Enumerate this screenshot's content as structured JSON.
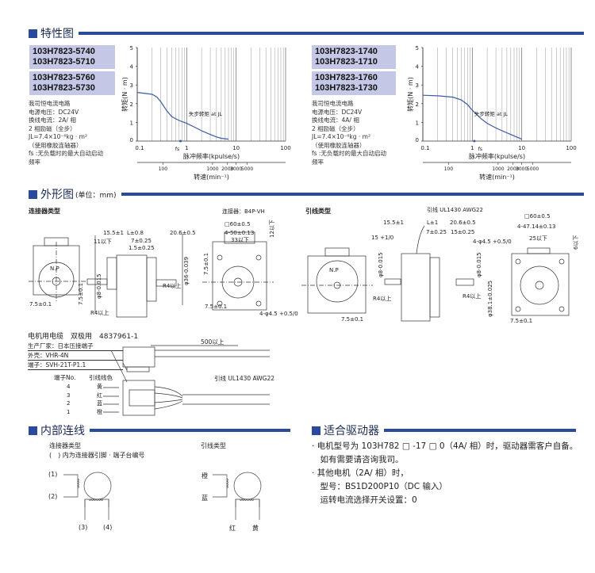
{
  "sections": {
    "characteristics": "特性图",
    "outline": "外形图",
    "outline_unit": "(单位：mm)",
    "wiring": "内部连线",
    "driver": "适合驱动器"
  },
  "left_panel": {
    "models_a": [
      "103H7823-5740",
      "103H7823-5710"
    ],
    "models_b": [
      "103H7823-5760",
      "103H7823-5730"
    ],
    "notes": [
      "我司恒电流电路",
      "电源电压：DC24V",
      "换线电流：2A/ 相",
      "2 相励磁（全步）",
      "JL=7.4×10⁻⁶kg · m²",
      "（使用橡胶连轴器）",
      "fs :无负载时的最大自动启动",
      "频率"
    ]
  },
  "right_panel": {
    "models_a": [
      "103H7823-1740",
      "103H7823-1710"
    ],
    "models_b": [
      "103H7823-1760",
      "103H7823-1730"
    ],
    "notes": [
      "我司恒电流电路",
      "电源电压：DC24V",
      "换线电流：4A/ 相",
      "2 相励磁（全步）",
      "JL=7.4×10⁻⁶kg · m²",
      "（使用橡胶连轴器）",
      "fs :无负载时的最大自动启动",
      "频率"
    ]
  },
  "chart_data": [
    {
      "type": "line",
      "title": "",
      "ylabel": "转矩(N · m)",
      "xlabel": "脉冲频率(kpulse/s)",
      "x2label": "转速(min⁻¹)",
      "xscale": "log",
      "xlim": [
        0.1,
        100
      ],
      "ylim": [
        0,
        5
      ],
      "yticks": [
        "0",
        "1",
        "2",
        "3",
        "4",
        "5"
      ],
      "xticks": [
        "0.1",
        "1",
        "10",
        "100"
      ],
      "x2ticks": [
        "100",
        "1000",
        "2000",
        "3000",
        "5000"
      ],
      "x2tick_pos_kpps": [
        0.33,
        3.33,
        6.67,
        10,
        16.7
      ],
      "annotation": "失步转矩 at JL",
      "fs_label": "fs",
      "fs": 0.75,
      "grid": true,
      "series": [
        {
          "name": "失步转矩",
          "x": [
            0.1,
            0.2,
            0.25,
            0.3,
            0.4,
            0.5,
            0.7,
            1,
            1.5,
            2,
            3,
            4,
            5,
            7
          ],
          "y": [
            2.6,
            2.5,
            2.35,
            2.1,
            1.6,
            1.3,
            1.1,
            0.95,
            0.72,
            0.55,
            0.35,
            0.22,
            0.15,
            0.1
          ]
        }
      ]
    },
    {
      "type": "line",
      "title": "",
      "ylabel": "转矩(N · m)",
      "xlabel": "脉冲频率(kpulse/s)",
      "x2label": "转速(min⁻¹)",
      "xscale": "log",
      "xlim": [
        0.1,
        100
      ],
      "ylim": [
        0,
        5
      ],
      "yticks": [
        "0",
        "1",
        "2",
        "3",
        "4",
        "5"
      ],
      "xticks": [
        "0.1",
        "1",
        "10",
        "100"
      ],
      "x2ticks": [
        "100",
        "1000",
        "2000",
        "3000",
        "5000"
      ],
      "x2tick_pos_kpps": [
        0.33,
        3.33,
        6.67,
        10,
        16.7
      ],
      "annotation": "失步转矩 at JL",
      "fs_label": "fs",
      "fs": 1.1,
      "grid": true,
      "series": [
        {
          "name": "失步转矩",
          "x": [
            0.1,
            0.2,
            0.4,
            0.6,
            0.8,
            1,
            1.5,
            2,
            3,
            4,
            6,
            10
          ],
          "y": [
            2.45,
            2.42,
            2.35,
            2.2,
            1.95,
            1.65,
            1.2,
            0.95,
            0.7,
            0.55,
            0.35,
            0.1
          ]
        }
      ]
    }
  ],
  "outline": {
    "connector_type": {
      "title": "连接器类型",
      "labels": [
        "连接器：B4P·VH",
        "□60±0.5",
        "4-50±0.13",
        "33以下",
        "12以下",
        "15.5±1",
        "L±0.8",
        "20.6±0.5",
        "11以下",
        "7±0.25",
        "1.5±0.25",
        "N.P",
        "7.5±0.1",
        "7.5±0.1",
        "φ8-0.015",
        "R4以上",
        "R4以上",
        "φ36-0.039",
        "7.5±0.1",
        "7.5±0.1",
        "4-φ4.5 +0.5/0"
      ]
    },
    "lead_type": {
      "title": "引线类型",
      "labels": [
        "引线 UL1430 AWG22",
        "15.5±1",
        "L±1",
        "20.6±0.5",
        "15 +1/0",
        "7±0.25",
        "15±0.25",
        "□60±0.5",
        "4-47.14±0.13",
        "25以下",
        "6以下",
        "4-φ4.5 +0.5/0",
        "N.P",
        "R4以上",
        "R4以上",
        "7.5±0.1",
        "7.5±0.1",
        "φ8-0.015",
        "φ8-0.015",
        "φ38.1±0.025"
      ]
    }
  },
  "cable": {
    "title": "电机用电缆　双极用　4837961-1",
    "maker": "生产厂家：日本压接端子",
    "housing": "外壳：VHR-4N",
    "terminal": "端子：SVH-21T-P1.1",
    "length": "500以上",
    "lead": "引线 UL1430 AWG22",
    "col_no": "端子No.",
    "col_color": "引线线色",
    "pins": [
      {
        "no": "4",
        "color": "黄"
      },
      {
        "no": "3",
        "color": "红"
      },
      {
        "no": "2",
        "color": "蓝"
      },
      {
        "no": "1",
        "color": "橙"
      }
    ]
  },
  "wiring": {
    "connector_title": "连接器类型",
    "connector_note": "(　) 内为连接器引脚 · 端子台编号",
    "pins": [
      "(1)",
      "(2)",
      "(3)",
      "(4)"
    ],
    "lead_title": "引线类型",
    "leads": [
      "橙",
      "蓝",
      "红",
      "黄"
    ]
  },
  "driver": {
    "lines": [
      "· 电机型号为 103H782 □ -17 □ 0（4A/ 相）时，驱动器需客户自备。",
      "　如有需要请咨询我司。",
      "· 其他电机（2A/ 相）时，",
      "　型号：BS1D200P10（DC 输入）",
      "　运转电流选择开关设置：0"
    ]
  },
  "colors": {
    "accent": "#2b4a9c",
    "model_bg": "#c4c8e6",
    "curve": "#3c5aa8"
  }
}
